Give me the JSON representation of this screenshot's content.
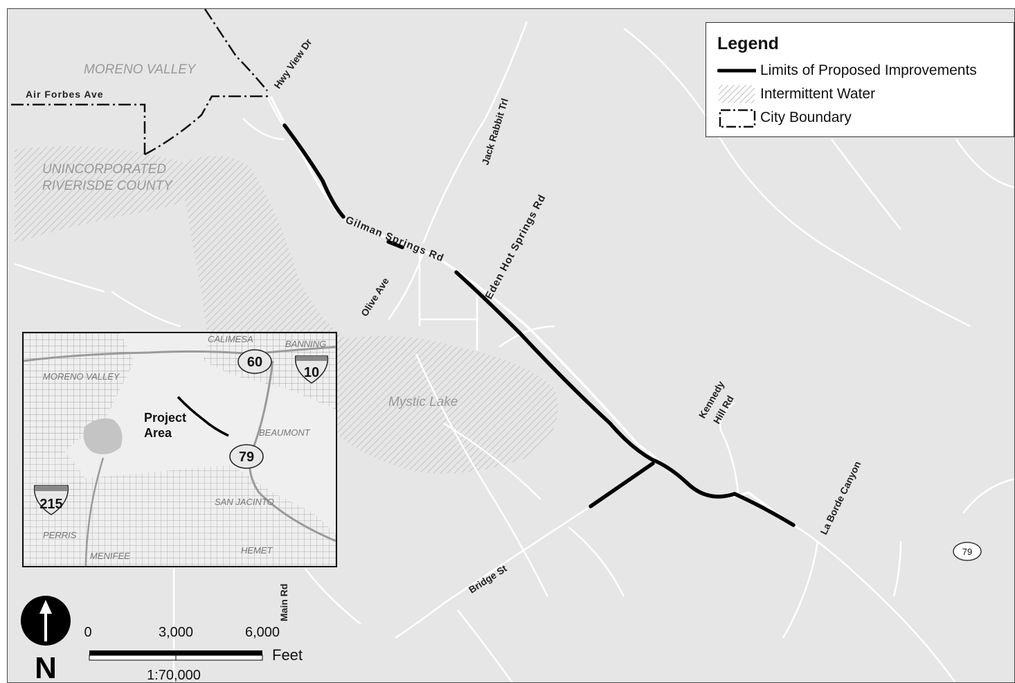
{
  "legend": {
    "title": "Legend",
    "items": [
      {
        "label": "Limits of Proposed Improvements",
        "symbol": "thick-black-line"
      },
      {
        "label": "Intermittent Water",
        "symbol": "diagonal-hatch"
      },
      {
        "label": "City Boundary",
        "symbol": "dash-dot-line"
      }
    ]
  },
  "map": {
    "area_labels": {
      "moreno_valley": "MORENO VALLEY",
      "unincorporated_1": "UNINCORPORATED",
      "unincorporated_2": "RIVERISDE COUNTY",
      "mystic_lake": "Mystic Lake"
    },
    "roads": {
      "air_forbes": "Air Forbes Ave",
      "hwy_view": "Hwy View Dr",
      "jack_rabbit": "Jack Rabbit Trl",
      "gilman_springs": "Gilman Springs Rd",
      "eden_hot_springs": "Eden Hot Springs Rd",
      "olive": "Olive Ave",
      "kennedy_1": "Kennedy",
      "kennedy_2": "Hill Rd",
      "la_borde": "La Borde Canyon",
      "bridge": "Bridge St",
      "main": "Main Rd"
    },
    "route_shield": "79",
    "colors": {
      "background": "#e6e6e6",
      "road": "#ffffff",
      "improvement": "#000000",
      "hatch": "#c8c8c8"
    }
  },
  "scale": {
    "ticks": [
      "0",
      "3,000",
      "6,000"
    ],
    "unit": "Feet",
    "ratio": "1:70,000",
    "north": "N"
  },
  "inset": {
    "cities": [
      "CALIMESA",
      "BANNING",
      "MORENO VALLEY",
      "BEAUMONT",
      "SAN JACINTO",
      "PERRIS",
      "HEMET",
      "MENIFEE"
    ],
    "project_label_1": "Project",
    "project_label_2": "Area",
    "shields": {
      "sr60": "60",
      "i10": "10",
      "sr79": "79",
      "i215": "215"
    }
  }
}
